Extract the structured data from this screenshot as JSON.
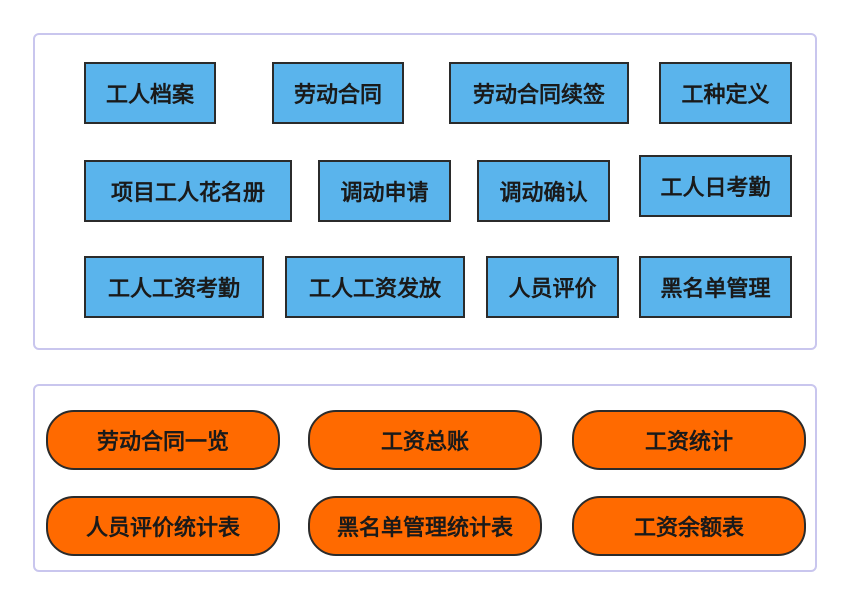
{
  "modules": {
    "row1": [
      "工人档案",
      "劳动合同",
      "劳动合同续签",
      "工种定义"
    ],
    "row2": [
      "项目工人花名册",
      "调动申请",
      "调动确认",
      "工人日考勤"
    ],
    "row3": [
      "工人工资考勤",
      "工人工资发放",
      "人员评价",
      "黑名单管理"
    ]
  },
  "reports": {
    "row1": [
      "劳动合同一览",
      "工资总账",
      "工资统计"
    ],
    "row2": [
      "人员评价统计表",
      "黑名单管理统计表",
      "工资余额表"
    ]
  },
  "colors": {
    "module_fill": "#5ab4ec",
    "report_fill": "#ff6a00",
    "border": "#2b2b2b",
    "panel_border": "#c9c6ee"
  }
}
